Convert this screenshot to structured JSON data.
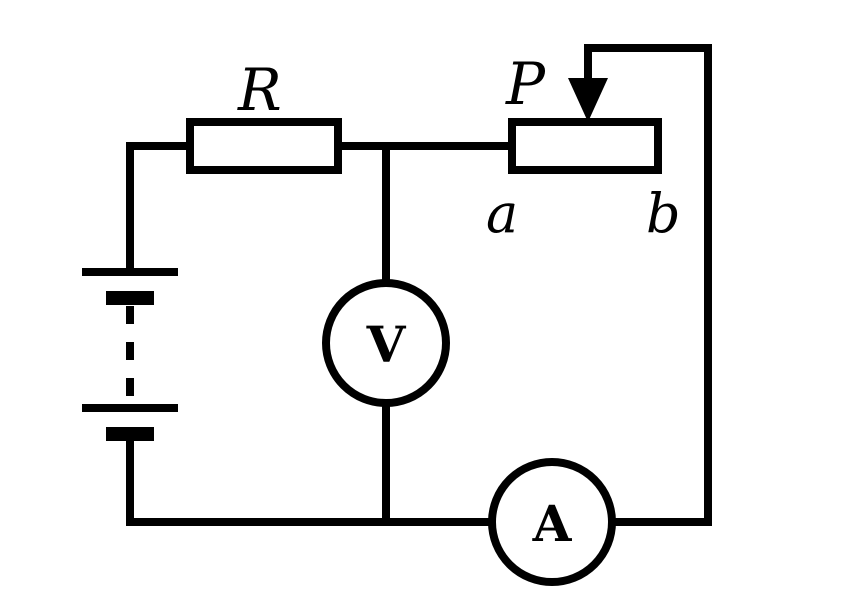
{
  "diagram": {
    "labels": {
      "resistor": "R",
      "slider": "P",
      "rheostat_end_a": "a",
      "rheostat_end_b": "b"
    },
    "meters": {
      "voltmeter": "V",
      "ammeter": "A"
    }
  }
}
